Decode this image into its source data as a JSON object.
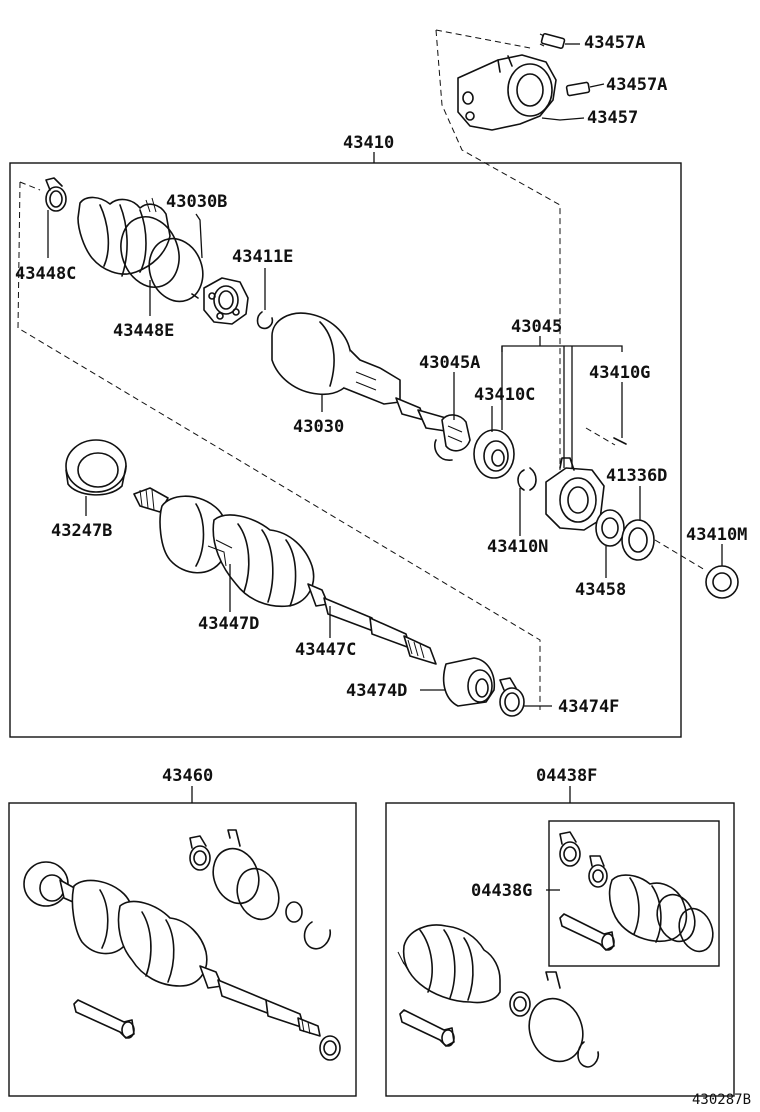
{
  "diagram": {
    "reference_code": "430287B",
    "group_labels": {
      "main_assembly": "43410",
      "shaft_set": "43460",
      "boot_kit": "04438F",
      "boot_kit_inner": "04438G"
    },
    "part_labels": {
      "p43457A_1": "43457A",
      "p43457A_2": "43457A",
      "p43457": "43457",
      "p43030B": "43030B",
      "p43448C": "43448C",
      "p43411E": "43411E",
      "p43448E": "43448E",
      "p43045": "43045",
      "p43045A": "43045A",
      "p43410G": "43410G",
      "p43410C": "43410C",
      "p43030": "43030",
      "p41336D": "41336D",
      "p43247B": "43247B",
      "p43410M": "43410M",
      "p43410N": "43410N",
      "p43458": "43458",
      "p43447D": "43447D",
      "p43447C": "43447C",
      "p43474D": "43474D",
      "p43474F": "43474F"
    }
  }
}
